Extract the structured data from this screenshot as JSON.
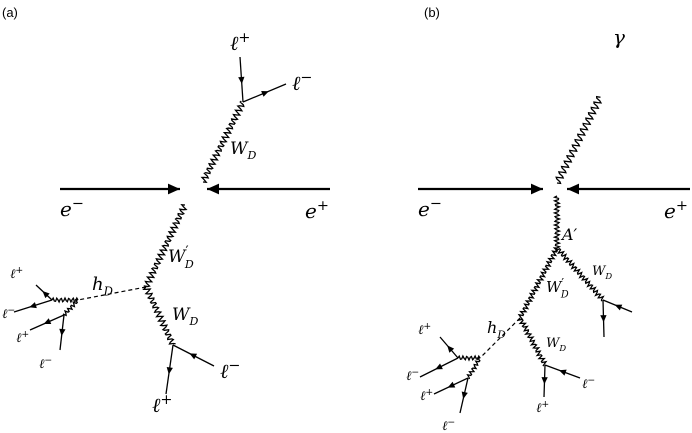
{
  "panels": {
    "a": {
      "tag": "(a)",
      "beam_left": {
        "base": "e",
        "sup": "−"
      },
      "beam_right": {
        "base": "e",
        "sup": "+"
      },
      "lepton_plus_top": {
        "base": "ℓ",
        "sup": "+"
      },
      "lepton_minus_top": {
        "base": "ℓ",
        "sup": "−"
      },
      "w_top": {
        "base": "W",
        "sub": "D",
        "prime": ""
      },
      "w_prime": {
        "base": "W",
        "sub": "D",
        "prime": "′"
      },
      "w_lower": {
        "base": "W",
        "sub": "D",
        "prime": ""
      },
      "higgs": {
        "base": "h",
        "sub": "D"
      },
      "lepton_minus_right": {
        "base": "ℓ",
        "sup": "−"
      },
      "lepton_plus_bottom": {
        "base": "ℓ",
        "sup": "+"
      },
      "cluster": [
        {
          "base": "ℓ",
          "sup": "+"
        },
        {
          "base": "ℓ",
          "sup": "−"
        },
        {
          "base": "ℓ",
          "sup": "+"
        },
        {
          "base": "ℓ",
          "sup": "−"
        }
      ]
    },
    "b": {
      "tag": "(b)",
      "beam_left": {
        "base": "e",
        "sup": "−"
      },
      "beam_right": {
        "base": "e",
        "sup": "+"
      },
      "photon": "γ",
      "dark_photon": "A′",
      "w_prime": {
        "base": "W",
        "sub": "D",
        "prime": "′"
      },
      "w_right": {
        "base": "W",
        "sub": "D"
      },
      "w_lower": {
        "base": "W",
        "sub": "D"
      },
      "higgs": {
        "base": "h",
        "sub": "D"
      },
      "lepton_minus_right": {
        "base": "ℓ",
        "sup": "−"
      },
      "lepton_plus_bottom": {
        "base": "ℓ",
        "sup": "+"
      },
      "cluster": [
        {
          "base": "ℓ",
          "sup": "+"
        },
        {
          "base": "ℓ",
          "sup": "−"
        },
        {
          "base": "ℓ",
          "sup": "+"
        },
        {
          "base": "ℓ",
          "sup": "−"
        }
      ]
    }
  }
}
